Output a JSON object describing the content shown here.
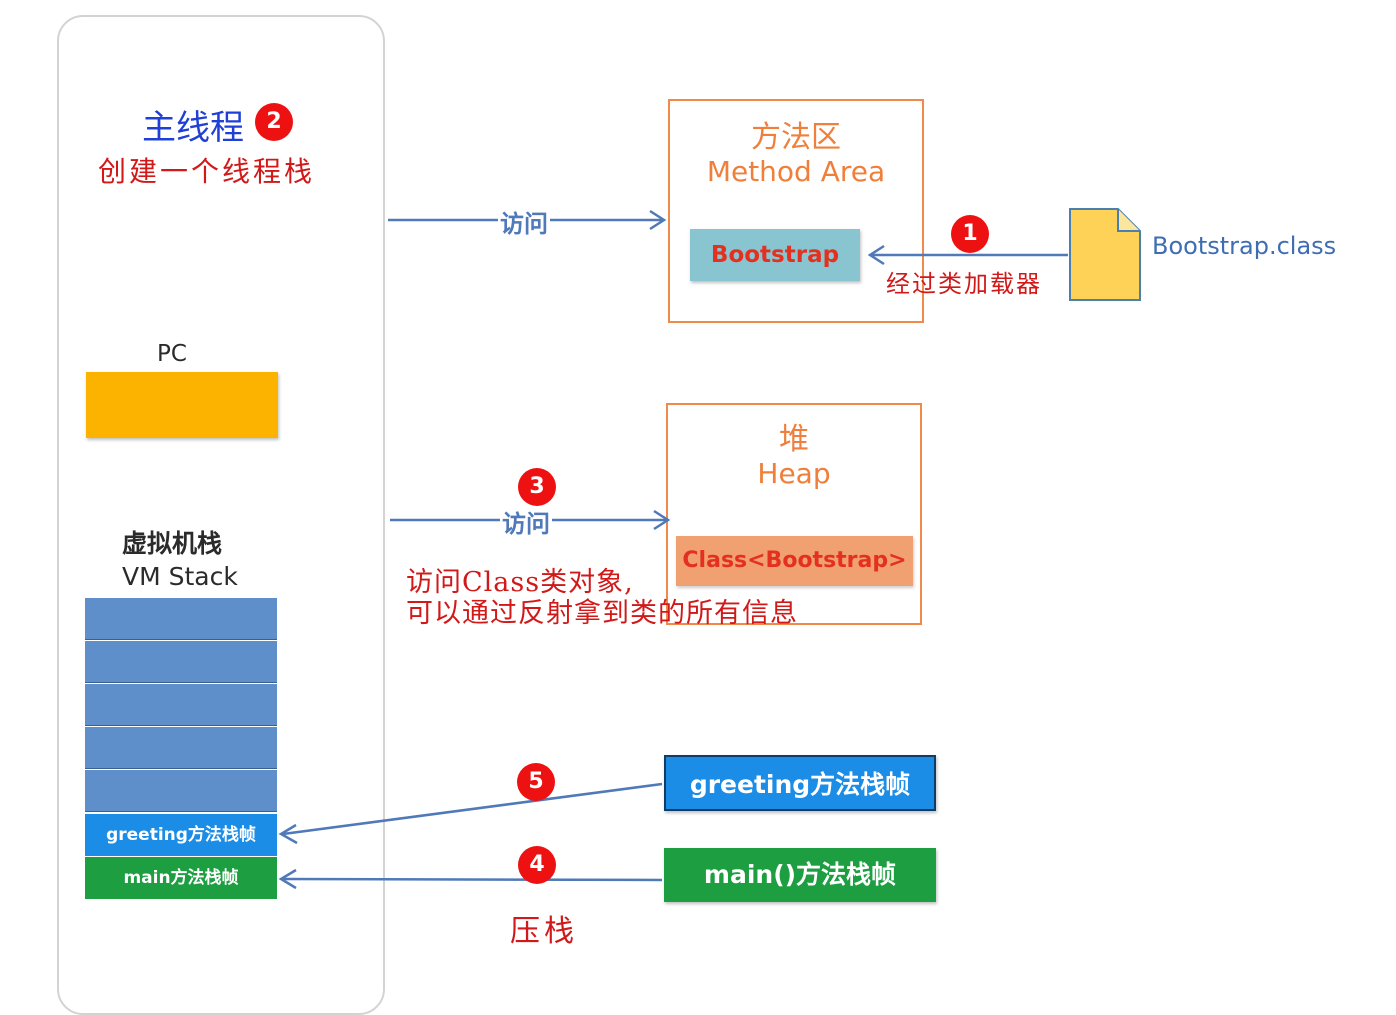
{
  "thread": {
    "title": "主线程",
    "note": "创建一个线程栈",
    "pc_label": "PC",
    "vm_stack_title": "虚拟机栈",
    "vm_stack_subtitle": "VM Stack",
    "frame_greeting": "greeting方法栈帧",
    "frame_main": "main方法栈帧"
  },
  "method_area": {
    "title_cn": "方法区",
    "title_en": "Method Area",
    "item": "Bootstrap"
  },
  "heap": {
    "title_cn": "堆",
    "title_en": "Heap",
    "item": "Class<Bootstrap>"
  },
  "class_file": {
    "label": "Bootstrap.class",
    "loader_note": "经过类加载器"
  },
  "arrows": {
    "access_label_1": "访问",
    "access_label_2": "访问"
  },
  "notes": {
    "reflection_line1": "访问Class类对象,",
    "reflection_line2": "可以通过反射拿到类的所有信息",
    "push": "压栈"
  },
  "frames_incoming": {
    "greeting": "greeting方法栈帧",
    "main": "main()方法栈帧"
  },
  "steps": {
    "s1": "1",
    "s2": "2",
    "s3": "3",
    "s4": "4",
    "s5": "5"
  },
  "colors": {
    "arrow": "#4f79b8",
    "badge": "#ee1111",
    "note_red": "#d11919",
    "orange_border": "#ef8a4a",
    "pc": "#fbb300",
    "stack": "#5f8fca",
    "greeting_frame": "#1c8de6",
    "main_frame": "#1d9e40",
    "file_icon": "#fdd257"
  }
}
